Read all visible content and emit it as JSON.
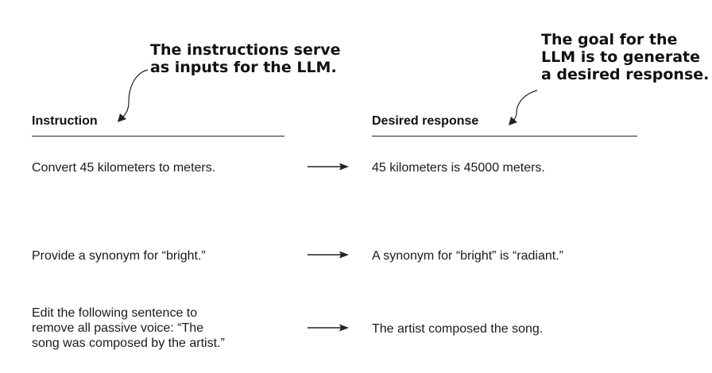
{
  "annotations": {
    "left": {
      "lines": [
        "The instructions serve",
        "as inputs for the LLM."
      ]
    },
    "right": {
      "lines": [
        "The goal for the",
        "LLM is to generate",
        "a desired response."
      ]
    }
  },
  "headers": {
    "instruction": "Instruction",
    "response": "Desired response"
  },
  "rows": [
    {
      "instruction_lines": [
        "Convert 45 kilometers to meters."
      ],
      "response": "45 kilometers is 45000 meters."
    },
    {
      "instruction_lines": [
        "Provide a synonym for “bright.”"
      ],
      "response": "A synonym for “bright” is “radiant.”"
    },
    {
      "instruction_lines": [
        "Edit the following sentence to",
        "remove all passive voice: “The",
        "song was composed by the artist.”"
      ],
      "response": "The artist composed the song."
    }
  ],
  "colors": {
    "text": "#1a1a1a",
    "annotation": "#111111",
    "line": "#222222"
  }
}
